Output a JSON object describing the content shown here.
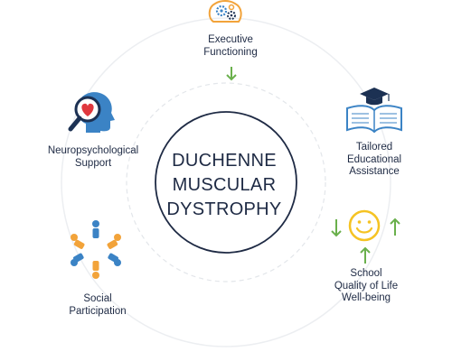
{
  "center": {
    "lines": [
      "DUCHENNE",
      "MUSCULAR",
      "DYSTROPHY"
    ]
  },
  "nodes": {
    "executive": {
      "lines": [
        "Executive",
        "Functioning"
      ],
      "icon": "gears-brain-icon"
    },
    "education": {
      "lines": [
        "Tailored",
        "Educational",
        "Assistance"
      ],
      "icon": "graduation-book-icon"
    },
    "school": {
      "lines": [
        "School",
        "Quality of Life",
        "Well-being"
      ],
      "icon": "smiley-face-icon"
    },
    "social": {
      "lines": [
        "Social",
        "Participation"
      ],
      "icon": "people-circle-icon"
    },
    "neuro": {
      "lines": [
        "Neuropsychological",
        "Support"
      ],
      "icon": "head-magnifier-heart-icon"
    }
  },
  "colors": {
    "text": "#1e2a44",
    "circle_border": "#1e2a44",
    "arrow_green": "#6ab04c",
    "ring": "#e3e6ea",
    "navy": "#1c3153",
    "blue": "#3b83c5",
    "orange": "#f2a33a",
    "yellow": "#f5c323",
    "red": "#e0383e"
  }
}
